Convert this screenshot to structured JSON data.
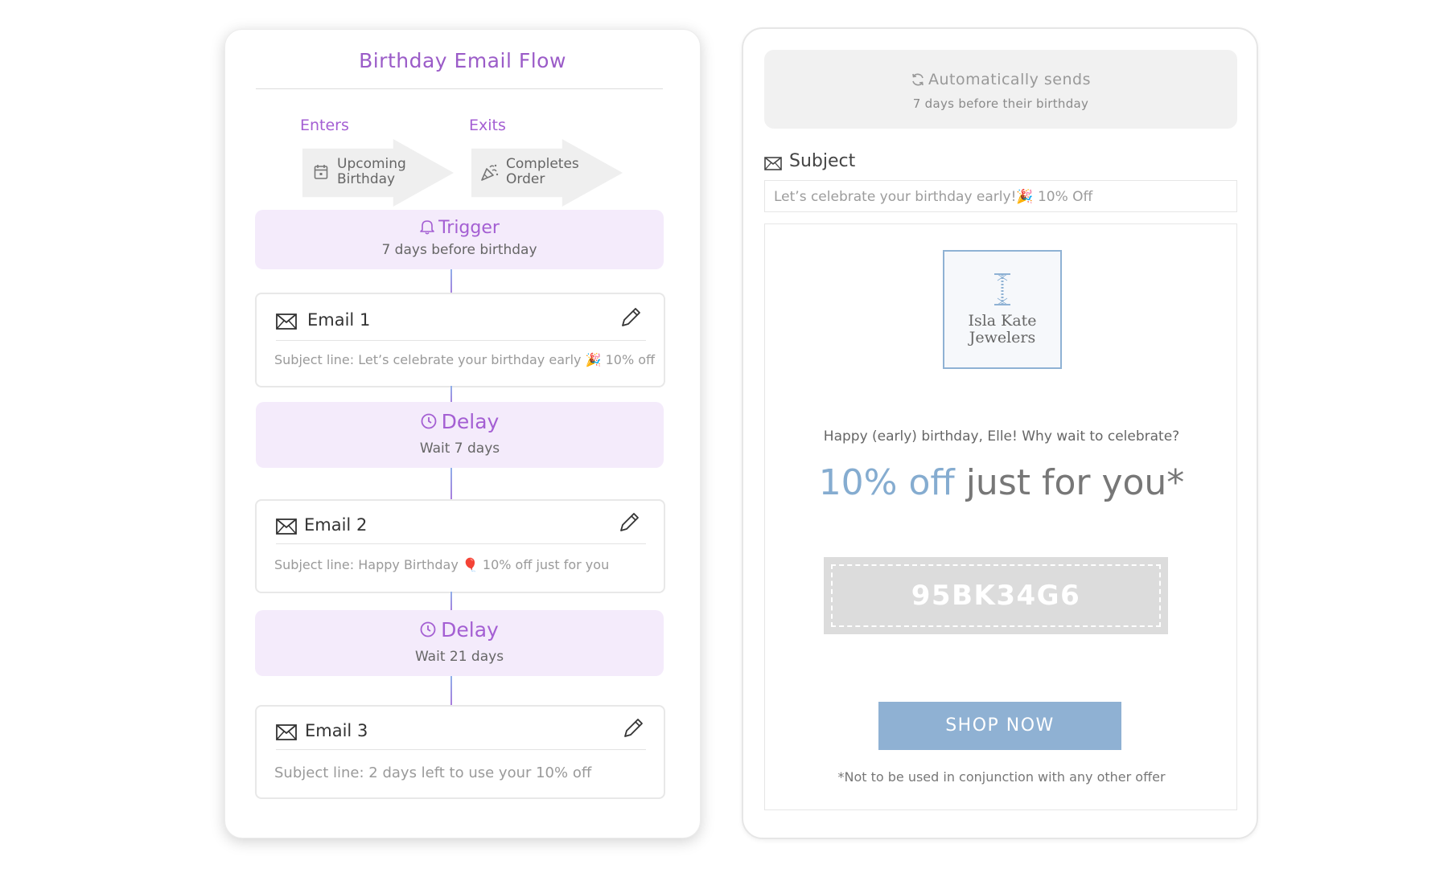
{
  "flow": {
    "title": "Birthday Email Flow",
    "enters_label": "Enters",
    "enters_line1": "Upcoming",
    "enters_line2": "Birthday",
    "exits_label": "Exits",
    "exits_line1": "Completes",
    "exits_line2": "Order",
    "trigger": {
      "title": "Trigger",
      "subtitle": "7 days before birthday"
    },
    "emails": [
      {
        "title": "Email 1",
        "subject": "Subject line: Let’s celebrate your birthday early 🎉 10% off"
      },
      {
        "title": "Email 2",
        "subject": "Subject line: Happy Birthday 🎈 10% off just for you"
      },
      {
        "title": "Email 3",
        "subject": "Subject line: 2 days left to use your 10% off"
      }
    ],
    "delays": [
      {
        "title": "Delay",
        "subtitle": "Wait 7 days"
      },
      {
        "title": "Delay",
        "subtitle": "Wait 21 days"
      }
    ]
  },
  "preview": {
    "auto_title": "Automatically sends",
    "auto_subtitle": "7 days before their birthday",
    "subject_label": "Subject",
    "subject_value": "Let’s celebrate your birthday early!🎉 10% Off",
    "logo_line1": "Isla Kate",
    "logo_line2": "Jewelers",
    "greeting": "Happy (early) birthday, Elle! Why wait to celebrate?",
    "offer_accent": "10% off",
    "offer_rest": " just for you*",
    "coupon_code": "95BK34G6",
    "shop_button": "SHOP NOW",
    "disclaimer": "*Not to be used in conjunction with any other offer"
  },
  "colors": {
    "purple_accent": "#a45fd3",
    "purple_box": "#f4ebfb",
    "blue_accent": "#85acd0",
    "button_blue": "#8fb1d3"
  },
  "icons": {
    "enters": "calendar-icon",
    "exits": "party-popper-icon",
    "trigger": "bell-icon",
    "delay": "clock-icon",
    "email": "envelope-icon",
    "edit": "pencil-icon",
    "auto": "refresh-icon",
    "subject": "envelope-icon"
  }
}
